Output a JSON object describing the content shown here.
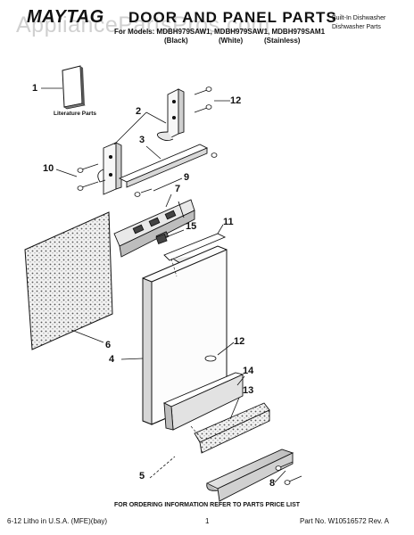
{
  "header": {
    "brand": "MAYTAG",
    "title": "DOOR AND PANEL PARTS",
    "models_line": "For Models: MDBH979SAW1, MDBH979SAW1, MDBH979SAM1",
    "variants": [
      "(Black)",
      "(White)",
      "(Stainless)"
    ],
    "right_line1": "Built-In Dishwasher",
    "right_line2": "Dishwasher Parts"
  },
  "watermark": "AppliancePartsPros.com",
  "literature_label": "Literature Parts",
  "callouts": [
    "1",
    "2",
    "12",
    "3",
    "10",
    "9",
    "7",
    "11",
    "15",
    "6",
    "4",
    "12",
    "14",
    "13",
    "5",
    "8"
  ],
  "footer": {
    "ordering": "FOR ORDERING INFORMATION REFER TO PARTS PRICE LIST",
    "printed": "6-12 Litho in U.S.A. (MFE)(bay)",
    "page": "1",
    "part_no": "Part No. W10516572 Rev. A"
  }
}
